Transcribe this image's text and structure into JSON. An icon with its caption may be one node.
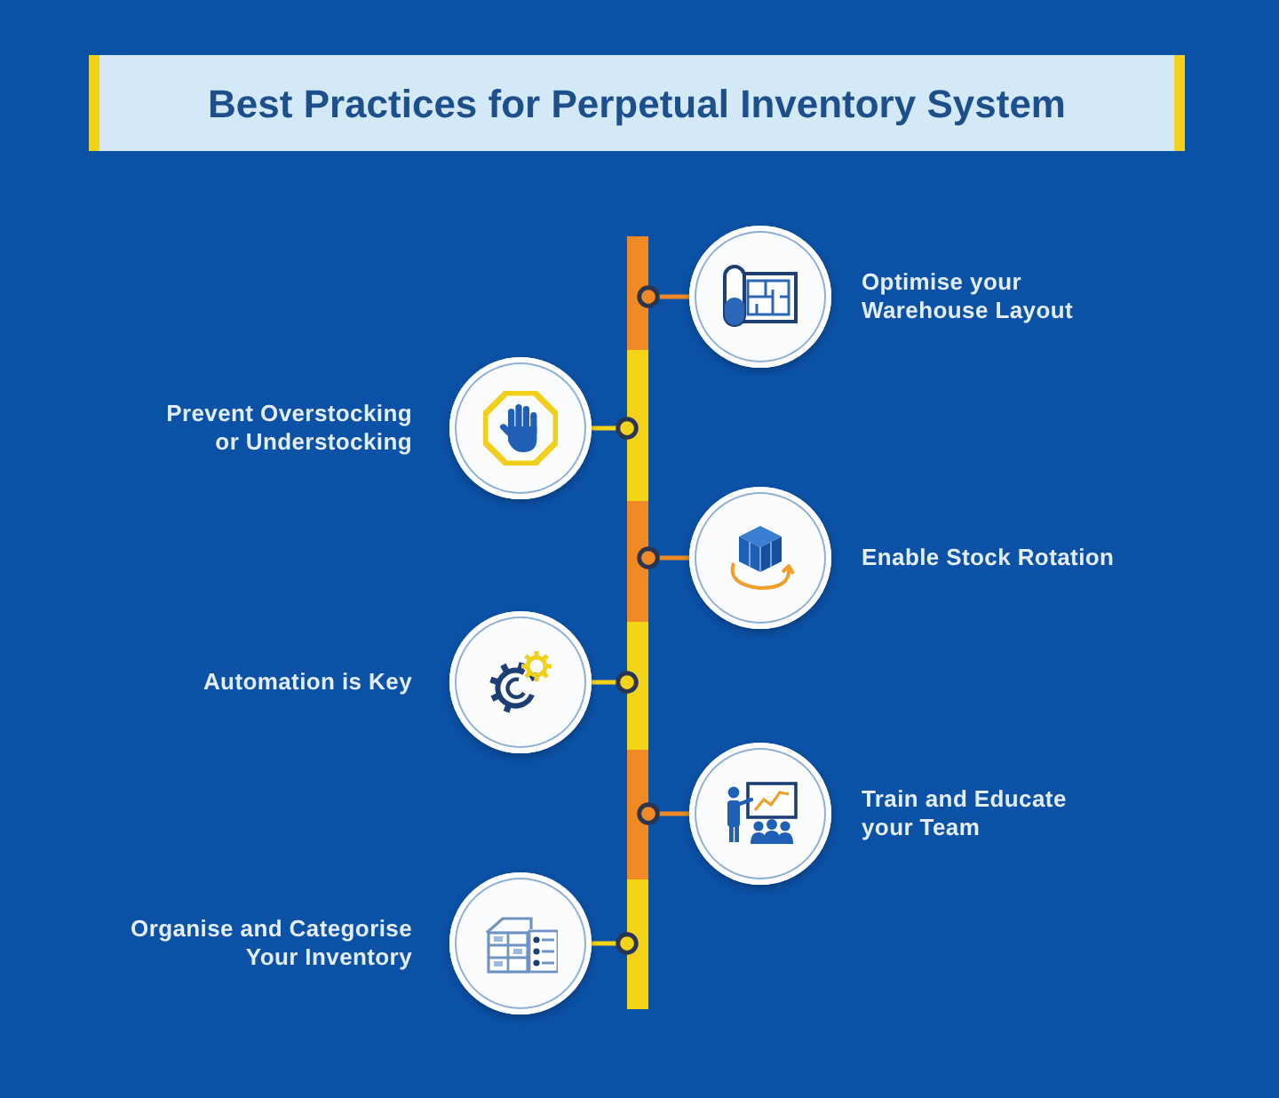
{
  "diagram": {
    "title": "Best Practices for Perpetual Inventory System",
    "nodes": [
      {
        "text": [],
        "shape": "bar"
      },
      {
        "text": [],
        "shape": "circle",
        "beside": [
          "Optimise your Warehouse Layout"
        ]
      },
      {
        "text": [],
        "shape": "circle",
        "beside": [
          "Prevent Overstocking or Understocking"
        ]
      },
      {
        "text": [],
        "shape": "circle",
        "beside": [
          "Enable Stock Rotation"
        ]
      },
      {
        "text": [],
        "shape": "circle",
        "beside": [
          "Automation is Key"
        ]
      },
      {
        "text": [],
        "shape": "circle",
        "beside": [
          "Train and Educate your Team"
        ]
      },
      {
        "text": [],
        "shape": "circle",
        "beside": [
          "Organise and Categorise Your Inventory"
        ]
      }
    ],
    "edges": [
      {
        "from": 0,
        "to": 1,
        "arrow": "other",
        "color": "#f08a24"
      },
      {
        "from": 0,
        "to": 2,
        "arrow": "other",
        "color": "#f5d316"
      },
      {
        "from": 0,
        "to": 3,
        "arrow": "other",
        "color": "#f08a24"
      },
      {
        "from": 0,
        "to": 4,
        "arrow": "other",
        "color": "#f5d316"
      },
      {
        "from": 0,
        "to": 5,
        "arrow": "other",
        "color": "#f08a24"
      },
      {
        "from": 0,
        "to": 6,
        "arrow": "other",
        "color": "#f5d316"
      }
    ]
  }
}
